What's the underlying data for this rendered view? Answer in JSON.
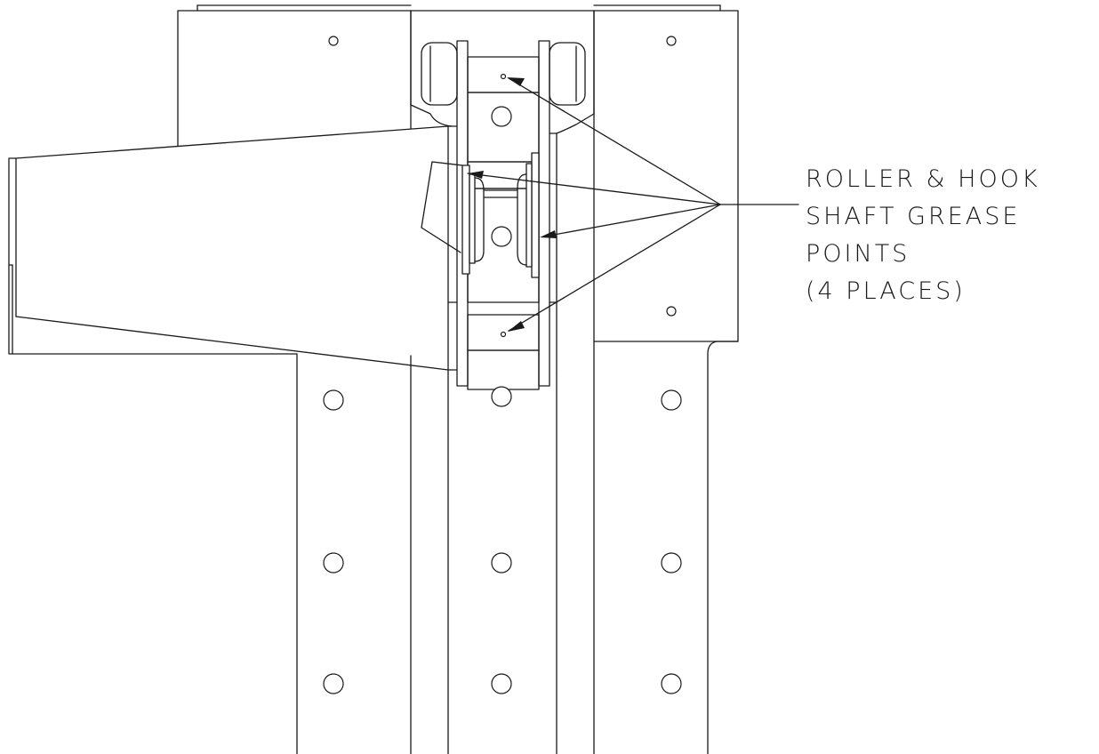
{
  "callout": {
    "lines": [
      "ROLLER & HOOK",
      "SHAFT GREASE",
      "POINTS",
      "(4 PLACES)"
    ]
  },
  "colors": {
    "line": "#1a1a1a",
    "background": "#ffffff"
  }
}
